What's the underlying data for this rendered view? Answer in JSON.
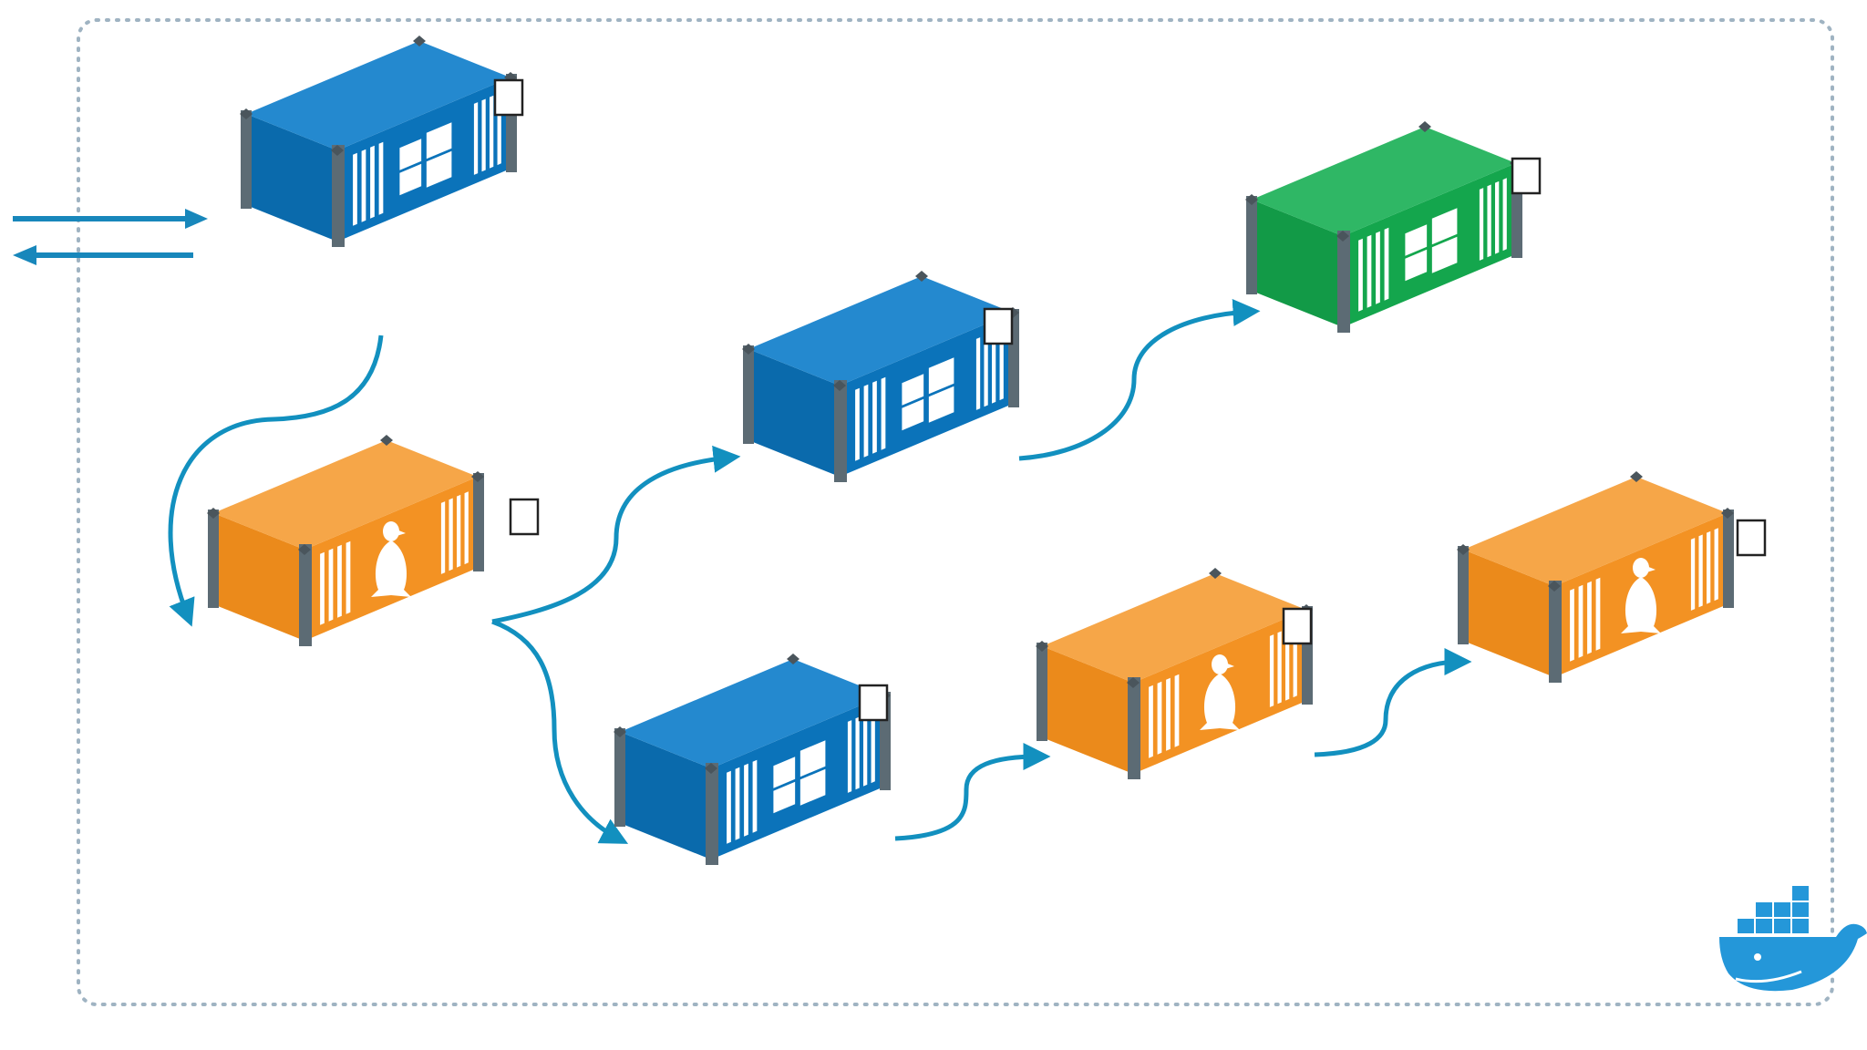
{
  "colors": {
    "blue": "#0b73ba",
    "orange": "#f39223",
    "green": "#14a64d",
    "frame": "#5c6b74",
    "arrow": "#1290bf",
    "boundary": "#9fb3c2",
    "docker": "#2497d9",
    "io-arrow": "#1887bb"
  },
  "containers": [
    {
      "id": "c1",
      "color": "blue",
      "os_icon": "windows-icon"
    },
    {
      "id": "c2",
      "color": "orange",
      "os_icon": "linux-penguin-icon"
    },
    {
      "id": "c3",
      "color": "blue",
      "os_icon": "windows-icon"
    },
    {
      "id": "c4",
      "color": "green",
      "os_icon": "windows-icon"
    },
    {
      "id": "c5",
      "color": "blue",
      "os_icon": "windows-icon"
    },
    {
      "id": "c6",
      "color": "orange",
      "os_icon": "linux-penguin-icon"
    },
    {
      "id": "c7",
      "color": "orange",
      "os_icon": "linux-penguin-icon"
    }
  ],
  "connections": [
    {
      "from": "c1",
      "to": "c2"
    },
    {
      "from": "c2",
      "to": "c3"
    },
    {
      "from": "c3",
      "to": "c4"
    },
    {
      "from": "c2",
      "to": "c5"
    },
    {
      "from": "c5",
      "to": "c6"
    },
    {
      "from": "c6",
      "to": "c7"
    }
  ],
  "io_arrows": [
    "incoming-arrow",
    "outgoing-arrow"
  ],
  "logo": "docker-whale-icon"
}
